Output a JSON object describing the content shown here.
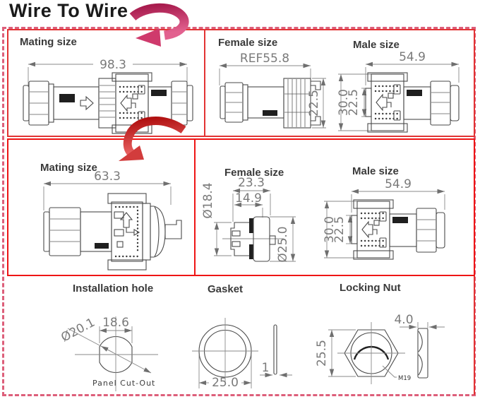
{
  "title": "Wire To Wire",
  "panels": {
    "mating_top": {
      "label": "Mating size",
      "dim_length": "98.3"
    },
    "female_top": {
      "label": "Female size",
      "dim_length": "REF55.8",
      "dim_height": "22.5"
    },
    "male_top": {
      "label": "Male size",
      "dim_length": "54.9",
      "dim_height_outer": "30.0",
      "dim_height_inner": "22.5"
    },
    "mating_mid": {
      "label": "Mating size",
      "dim_length": "63.3"
    },
    "female_mid": {
      "label": "Female size",
      "dim_width_outer": "23.3",
      "dim_width_inner": "14.9",
      "dim_dia_socket": "Ø18.4",
      "dim_dia_flange": "Ø25.0"
    },
    "male_mid": {
      "label": "Male size",
      "dim_length": "54.9",
      "dim_height_outer": "30.0",
      "dim_height_inner": "22.5"
    },
    "installation_hole": {
      "label": "Installation hole",
      "dim_dia": "Ø20.1",
      "dim_width": "18.6",
      "caption": "Panel Cut-Out"
    },
    "gasket": {
      "label": "Gasket",
      "dim_dia": "25.0",
      "dim_thickness": "1"
    },
    "locking_nut": {
      "label": "Locking Nut",
      "dim_across_flats": "25.5",
      "dim_thickness": "4.0",
      "thread": "M19"
    }
  },
  "colors": {
    "accent_pink": "#c9255c",
    "accent_red": "#cf1b1b",
    "box_border": "#e23333",
    "outer_border": "#dd5f7a"
  }
}
